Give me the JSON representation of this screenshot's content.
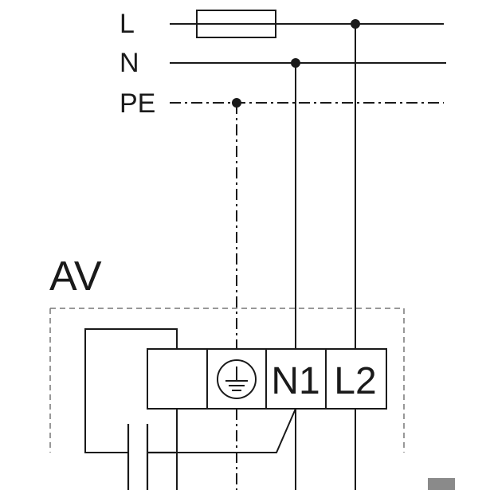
{
  "supply_lines": {
    "l_label": "L",
    "n_label": "N",
    "pe_label": "PE"
  },
  "device": {
    "label": "AV",
    "terminals": {
      "n1": "N1",
      "l2": "L2"
    },
    "earth_symbol": "protective-earth-icon"
  },
  "colors": {
    "line": "#1a1a1a",
    "dashed_boundary": "#777777",
    "corner_block": "#8a8a8a"
  }
}
